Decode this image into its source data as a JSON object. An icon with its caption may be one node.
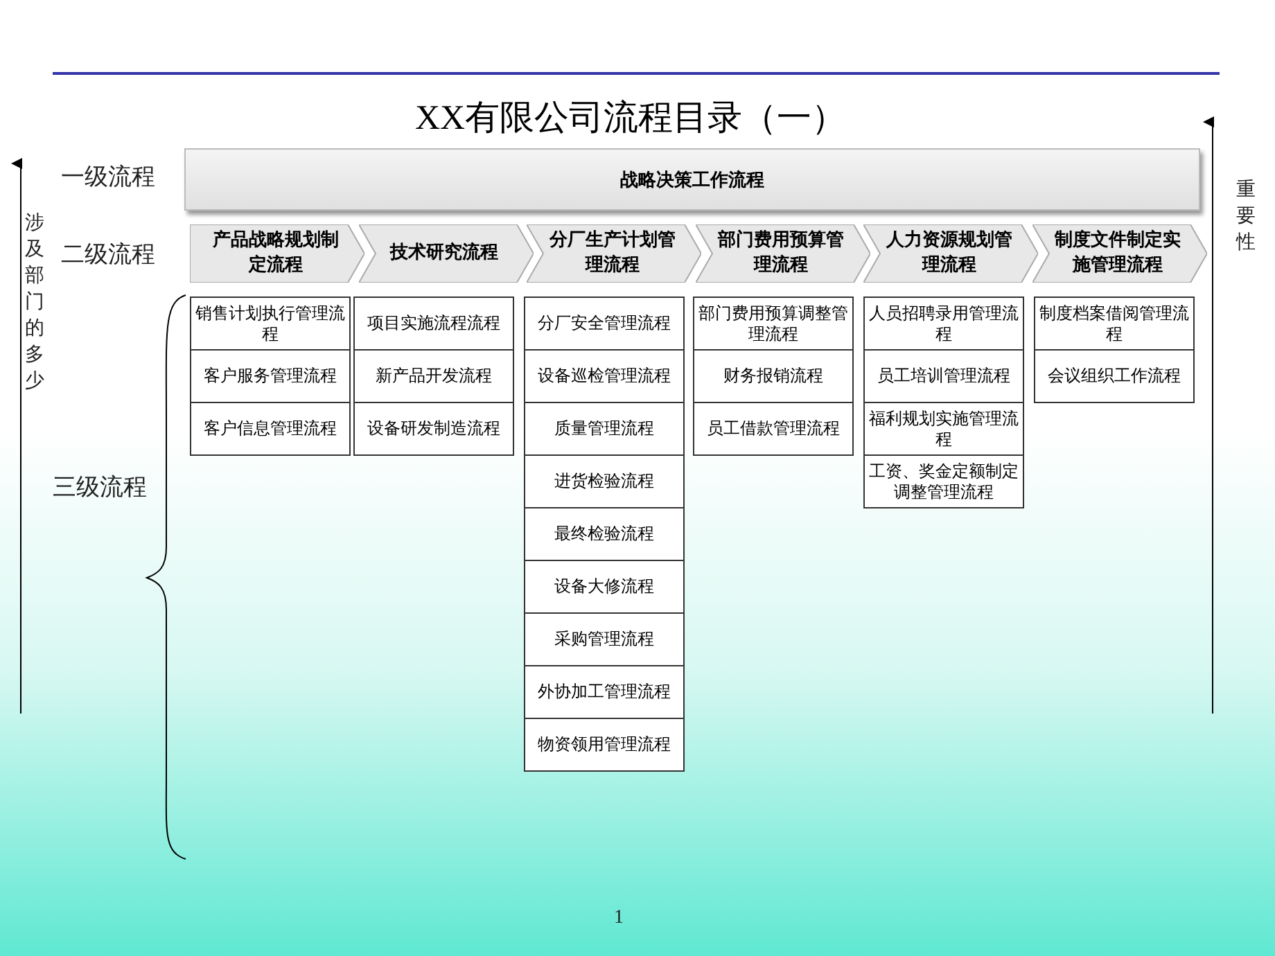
{
  "diagram": {
    "title": "XX有限公司流程目录（一）",
    "nodes": [
      {
        "text": [
          "战略决策工作流程"
        ]
      },
      {
        "text": [
          "产品战略规划制定流程"
        ]
      },
      {
        "text": [
          "技术研究流程"
        ]
      },
      {
        "text": [
          "分厂生产计划管理流程"
        ]
      },
      {
        "text": [
          "部门费用预算管理流程"
        ]
      },
      {
        "text": [
          "人力资源规划管理流程"
        ]
      },
      {
        "text": [
          "制度文件制定实施管理流程"
        ]
      },
      {
        "text": [
          "销售计划执行管理流程"
        ]
      },
      {
        "text": [
          "客户服务管理流程"
        ]
      },
      {
        "text": [
          "客户信息管理流程"
        ]
      },
      {
        "text": [
          "项目实施流程流程"
        ]
      },
      {
        "text": [
          "新产品开发流程"
        ]
      },
      {
        "text": [
          "设备研发制造流程"
        ]
      },
      {
        "text": [
          "分厂安全管理流程"
        ]
      },
      {
        "text": [
          "设备巡检管理流程"
        ]
      },
      {
        "text": [
          "质量管理流程"
        ]
      },
      {
        "text": [
          "进货检验流程"
        ]
      },
      {
        "text": [
          "最终检验流程"
        ]
      },
      {
        "text": [
          "设备大修流程"
        ]
      },
      {
        "text": [
          "采购管理流程"
        ]
      },
      {
        "text": [
          "外协加工管理流程"
        ]
      },
      {
        "text": [
          "物资领用管理流程"
        ]
      },
      {
        "text": [
          "部门费用预算调整管理流程"
        ]
      },
      {
        "text": [
          "财务报销流程"
        ]
      },
      {
        "text": [
          "员工借款管理流程"
        ]
      },
      {
        "text": [
          "人员招聘录用管理流程"
        ]
      },
      {
        "text": [
          "员工培训管理流程"
        ]
      },
      {
        "text": [
          "福利规划实施管理流程"
        ]
      },
      {
        "text": [
          "工资、奖金定额制定调整管理流程"
        ]
      },
      {
        "text": [
          "制度档案借阅管理流程"
        ]
      },
      {
        "text": [
          "会议组织工作流程"
        ]
      }
    ],
    "labels": [
      "一级流程",
      "二级流程",
      "涉及部门的多少",
      "三级流程",
      "重要性",
      "1"
    ]
  }
}
